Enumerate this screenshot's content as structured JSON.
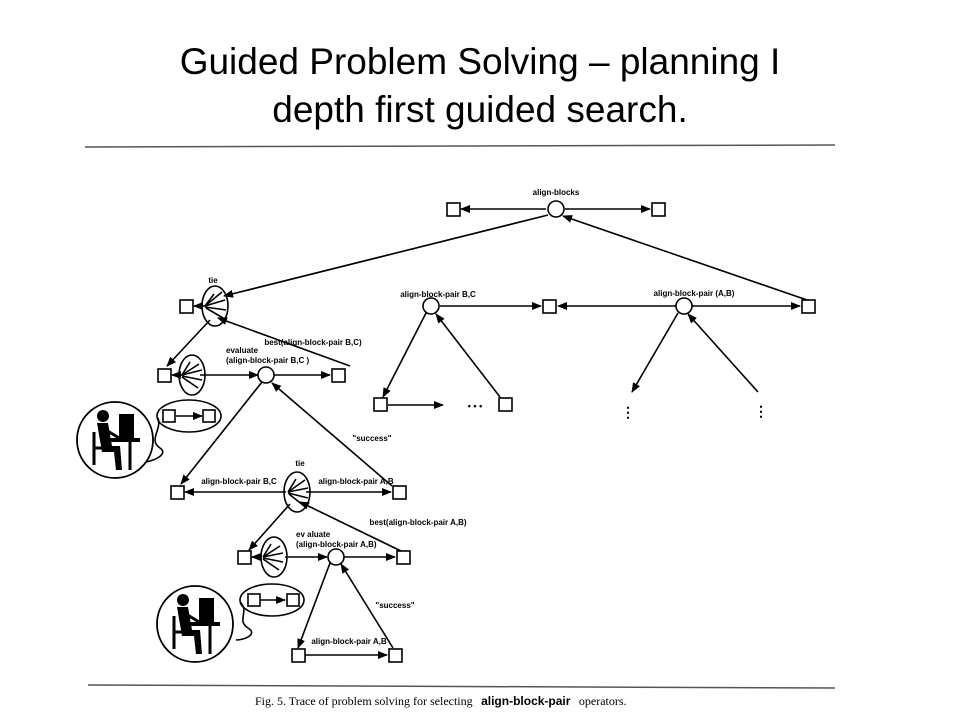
{
  "title": {
    "line1": "Guided Problem Solving – planning I",
    "line2": "depth first guided search."
  },
  "figure": {
    "labels": {
      "root": "align-blocks",
      "tie_top": "tie",
      "abp_bc_top": "align-block-pair B,C",
      "abp_ab_top": "align-block-pair (A,B)",
      "best_bc": "best(align-block-pair B,C)",
      "evaluate_top_1": "evaluate",
      "evaluate_top_2": "(align-block-pair B,C )",
      "success_1": "\"success\"",
      "ellipsis_h": "• • •",
      "ellipsis_v1": "⋮",
      "ellipsis_v2": "⋮",
      "tie_mid": "tie",
      "abp_bc_mid": "align-block-pair B,C",
      "abp_ab_mid": "align-block-pair A,B",
      "best_ab": "best(align-block-pair A,B)",
      "evaluate_mid_1": "ev aluate",
      "evaluate_mid_2": "(align-block-pair A,B)",
      "success_2": "\"success\"",
      "abp_ab_bottom": "align-block-pair A,B"
    },
    "caption": {
      "prefix": "Fig. 5.  Trace of problem solving for selecting",
      "emphasis": "align-block-pair",
      "suffix": "operators."
    }
  },
  "colors": {
    "ink": "#000000",
    "background": "#ffffff",
    "rule": "#555555"
  },
  "icons": [
    "person-at-computer-icon",
    "person-at-computer-icon"
  ]
}
